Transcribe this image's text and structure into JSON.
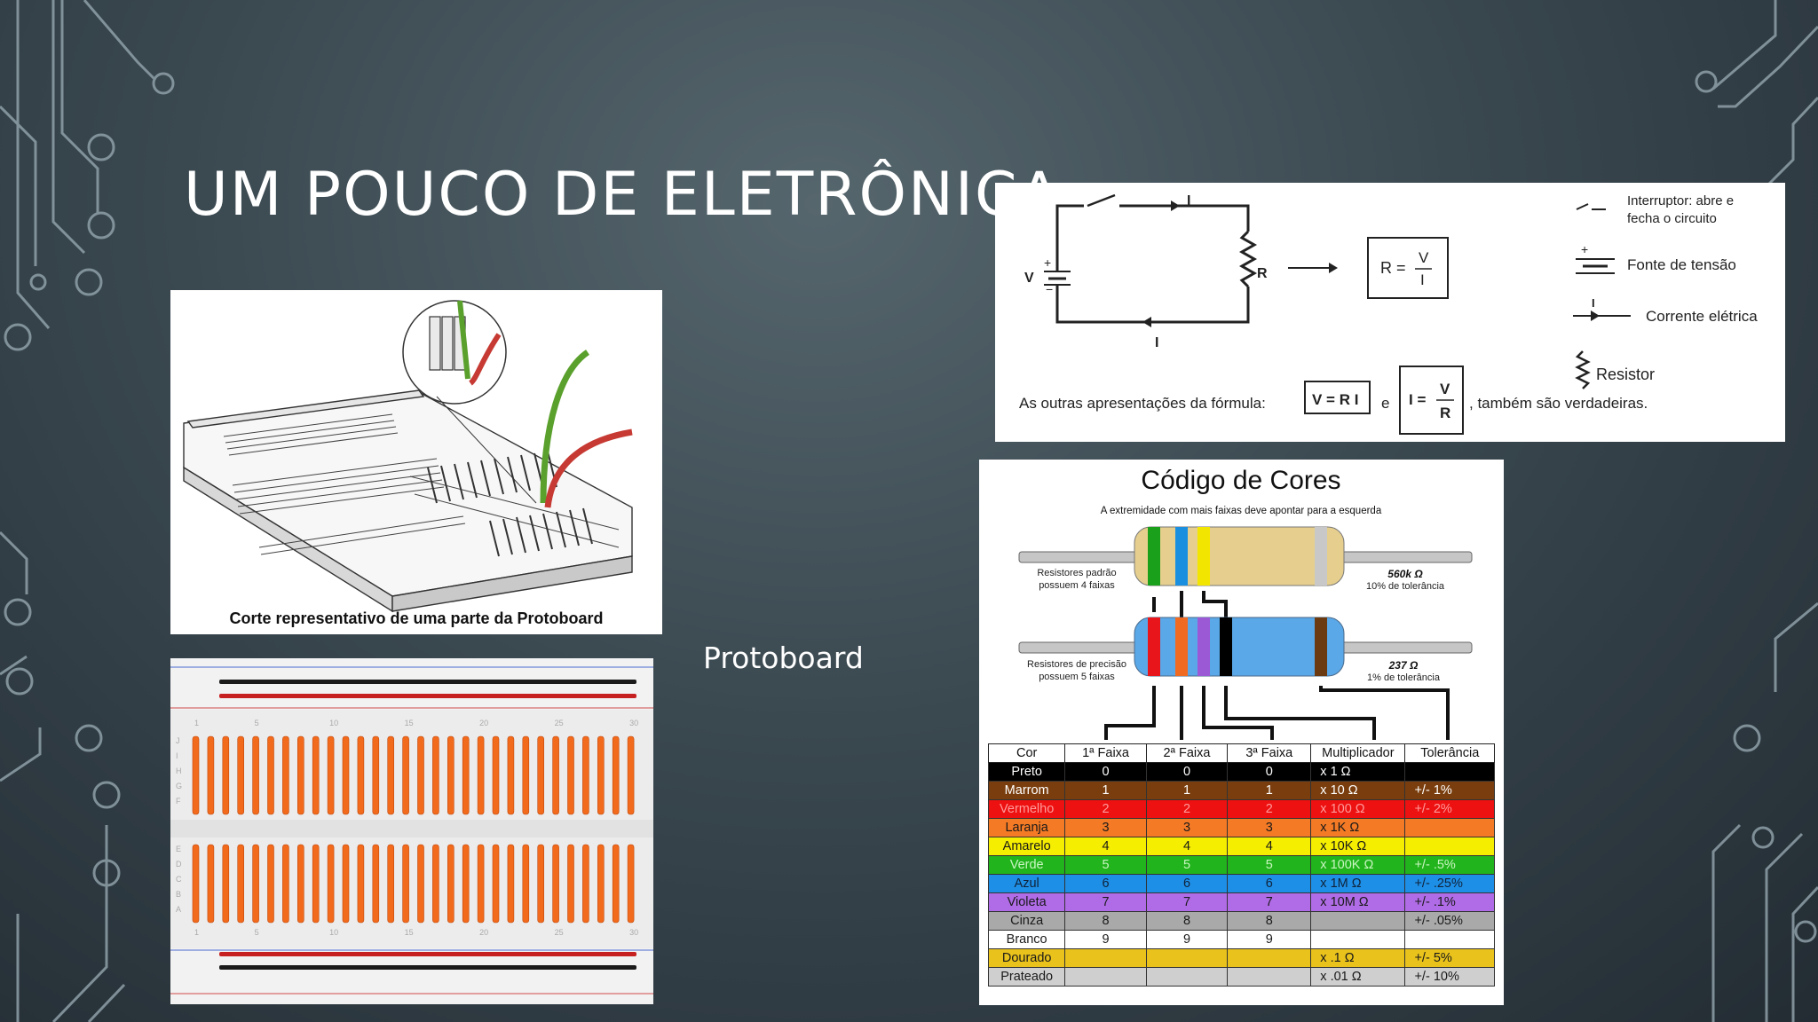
{
  "slide": {
    "title": "UM POUCO DE ELETRÔNICA",
    "caption": "Protoboard"
  },
  "protoboard_drawing": {
    "caption": "Corte representativo de uma parte da Protoboard"
  },
  "protoboard_photo": {
    "column_numbers": [
      "1",
      "5",
      "10",
      "15",
      "20",
      "25",
      "30"
    ],
    "row_letters_top": [
      "J",
      "I",
      "H",
      "G",
      "F"
    ],
    "row_letters_bottom": [
      "E",
      "D",
      "C",
      "B",
      "A"
    ]
  },
  "circuit": {
    "source_label": "V",
    "resistor_label": "R",
    "current_label": "I",
    "formula_main": "R = V/I",
    "formula_r": "R =",
    "formula_v": "V",
    "formula_i": "I",
    "legend": {
      "switch": "Interruptor: abre e fecha o circuito",
      "switch_line1": "Interruptor: abre e",
      "switch_line2": "fecha o circuito",
      "source": "Fonte de tensão",
      "current": "Corrente elétrica",
      "resistor": "Resistor"
    },
    "footer": {
      "prefix": "As outras apresentações da fórmula:",
      "formula1": "V = R I",
      "conj": "e",
      "formula2_lhs": "I =",
      "formula2_num": "V",
      "formula2_den": "R",
      "suffix": ", também são verdadeiras."
    }
  },
  "color_code": {
    "title": "Código de Cores",
    "subtitle": "A extremidade com mais faixas deve apontar para a esquerda",
    "resistor4": {
      "label_line1": "Resistores padrão",
      "label_line2": "possuem 4 faixas",
      "value": "560k Ω",
      "tolerance": "10% de tolerância",
      "bands": [
        "#1aa01a",
        "#1a8fe0",
        "#f2e600",
        "#c8c8c8"
      ]
    },
    "resistor5": {
      "label_line1": "Resistores de precisão",
      "label_line2": "possuem 5 faixas",
      "value": "237 Ω",
      "tolerance": "1% de tolerância",
      "bands": [
        "#e8151b",
        "#f06a22",
        "#9b59d6",
        "#000000",
        "#6b3a10"
      ]
    },
    "headers": [
      "Cor",
      "1ª Faixa",
      "2ª Faixa",
      "3ª Faixa",
      "Multiplicador",
      "Tolerância"
    ],
    "rows": [
      {
        "name": "Preto",
        "d1": "0",
        "d2": "0",
        "d3": "0",
        "mul": "x 1 Ω",
        "tol": "",
        "bg": "#000000",
        "fg": "#ffffff"
      },
      {
        "name": "Marrom",
        "d1": "1",
        "d2": "1",
        "d3": "1",
        "mul": "x 10 Ω",
        "tol": "+/-  1%",
        "bg": "#7a3e0e",
        "fg": "#ffffff"
      },
      {
        "name": "Vermelho",
        "d1": "2",
        "d2": "2",
        "d3": "2",
        "mul": "x 100 Ω",
        "tol": "+/-  2%",
        "bg": "#ee1111",
        "fg": "#ff9a9a"
      },
      {
        "name": "Laranja",
        "d1": "3",
        "d2": "3",
        "d3": "3",
        "mul": "x 1K Ω",
        "tol": "",
        "bg": "#f47a25",
        "fg": "#1a1a1a"
      },
      {
        "name": "Amarelo",
        "d1": "4",
        "d2": "4",
        "d3": "4",
        "mul": "x 10K Ω",
        "tol": "",
        "bg": "#f5ee00",
        "fg": "#1a1a1a"
      },
      {
        "name": "Verde",
        "d1": "5",
        "d2": "5",
        "d3": "5",
        "mul": "x 100K Ω",
        "tol": "+/-  .5%",
        "bg": "#22b41c",
        "fg": "#c9f5c2"
      },
      {
        "name": "Azul",
        "d1": "6",
        "d2": "6",
        "d3": "6",
        "mul": "x 1M Ω",
        "tol": "+/-  .25%",
        "bg": "#1e8fe6",
        "fg": "#10233a"
      },
      {
        "name": "Violeta",
        "d1": "7",
        "d2": "7",
        "d3": "7",
        "mul": "x 10M Ω",
        "tol": "+/-  .1%",
        "bg": "#b06ce6",
        "fg": "#1a1a1a"
      },
      {
        "name": "Cinza",
        "d1": "8",
        "d2": "8",
        "d3": "8",
        "mul": "",
        "tol": "+/-  .05%",
        "bg": "#a9a9a9",
        "fg": "#1a1a1a"
      },
      {
        "name": "Branco",
        "d1": "9",
        "d2": "9",
        "d3": "9",
        "mul": "",
        "tol": "",
        "bg": "#ffffff",
        "fg": "#1a1a1a"
      },
      {
        "name": "Dourado",
        "d1": "",
        "d2": "",
        "d3": "",
        "mul": "x .1 Ω",
        "tol": "+/-  5%",
        "bg": "#e9c21b",
        "fg": "#1a1a1a"
      },
      {
        "name": "Prateado",
        "d1": "",
        "d2": "",
        "d3": "",
        "mul": "x .01 Ω",
        "tol": "+/-  10%",
        "bg": "#cfcfcf",
        "fg": "#1a1a1a"
      }
    ]
  },
  "colors": {
    "background": "#3a4850",
    "circuit_decoration": "#8fa0a8",
    "title_text": "#ffffff"
  }
}
